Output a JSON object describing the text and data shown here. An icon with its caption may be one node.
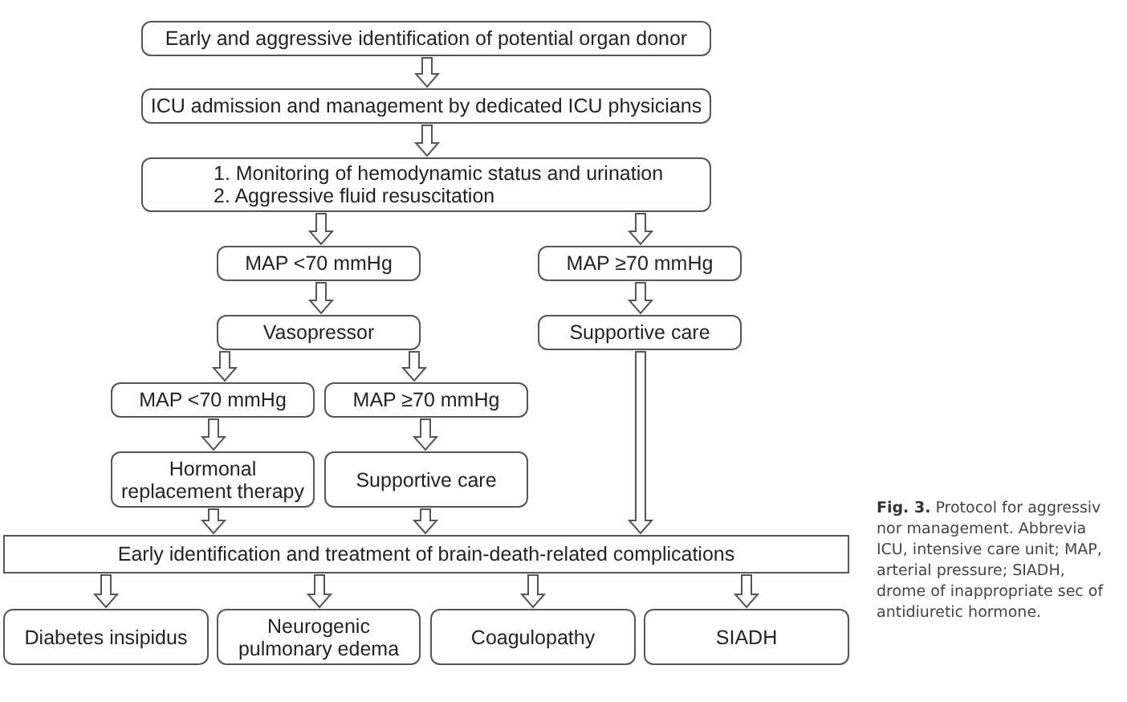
{
  "diagram": {
    "caption": "**Fig. 3.** Protocol for aggressiv nor management. Abbrevia ICU, intensive care unit; MAP, arterial pressure; SIADH, drome of inappropriate sec of antidiuretic hormone.",
    "nodes": [
      {
        "text": [
          "Early and aggressive identification of potential organ donor"
        ]
      },
      {
        "text": [
          "ICU admission and management by dedicated ICU physicians"
        ]
      },
      {
        "text": [
          "1. Monitoring of hemodynamic status and urination",
          "2. Aggressive fluid resuscitation"
        ]
      },
      {
        "text": [
          "MAP <70 mmHg"
        ]
      },
      {
        "text": [
          "MAP ≥70 mmHg"
        ]
      },
      {
        "text": [
          "Vasopressor"
        ]
      },
      {
        "text": [
          "Supportive care"
        ]
      },
      {
        "text": [
          "MAP <70 mmHg"
        ]
      },
      {
        "text": [
          "MAP ≥70 mmHg"
        ]
      },
      {
        "text": [
          "Hormonal replacement therapy"
        ]
      },
      {
        "text": [
          "Supportive care"
        ]
      },
      {
        "text": [
          "Early identification and treatment of brain-death-related complications"
        ]
      },
      {
        "text": [
          "Diabetes insipidus"
        ]
      },
      {
        "text": [
          "Neurogenic pulmonary edema"
        ]
      },
      {
        "text": [
          "Coagulopathy"
        ]
      },
      {
        "text": [
          "SIADH"
        ]
      }
    ],
    "edges": [
      {
        "from": 0,
        "to": 1,
        "arrow": "to"
      },
      {
        "from": 1,
        "to": 2,
        "arrow": "to"
      },
      {
        "from": 2,
        "to": 3,
        "arrow": "to"
      },
      {
        "from": 2,
        "to": 4,
        "arrow": "to"
      },
      {
        "from": 3,
        "to": 5,
        "arrow": "to"
      },
      {
        "from": 4,
        "to": 6,
        "arrow": "to"
      },
      {
        "from": 5,
        "to": 7,
        "arrow": "to"
      },
      {
        "from": 5,
        "to": 8,
        "arrow": "to"
      },
      {
        "from": 7,
        "to": 9,
        "arrow": "to"
      },
      {
        "from": 8,
        "to": 10,
        "arrow": "to"
      },
      {
        "from": 9,
        "to": 11,
        "arrow": "to"
      },
      {
        "from": 10,
        "to": 11,
        "arrow": "to"
      },
      {
        "from": 6,
        "to": 11,
        "arrow": "to"
      },
      {
        "from": 11,
        "to": 12,
        "arrow": "to"
      },
      {
        "from": 11,
        "to": 13,
        "arrow": "to"
      },
      {
        "from": 11,
        "to": 14,
        "arrow": "to"
      },
      {
        "from": 11,
        "to": 15,
        "arrow": "to"
      }
    ]
  }
}
